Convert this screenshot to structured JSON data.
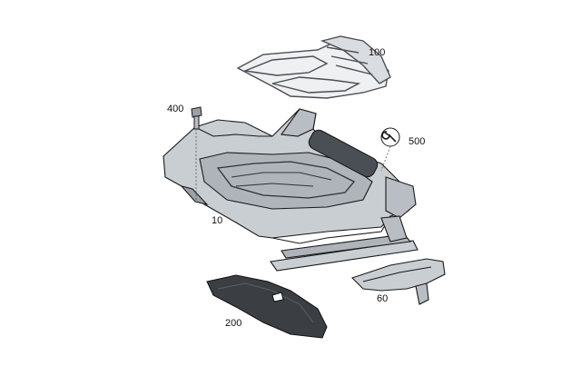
{
  "callouts": {
    "part_100": "100",
    "part_400": "400",
    "part_500": "500",
    "part_10": "10",
    "part_60": "60",
    "part_200": "200"
  },
  "colors": {
    "metal": "#c9ced3",
    "metal_dark": "#9aa1a8",
    "outline": "#1a1a1a",
    "foam": "#3b3f44",
    "leader": "#333333"
  }
}
